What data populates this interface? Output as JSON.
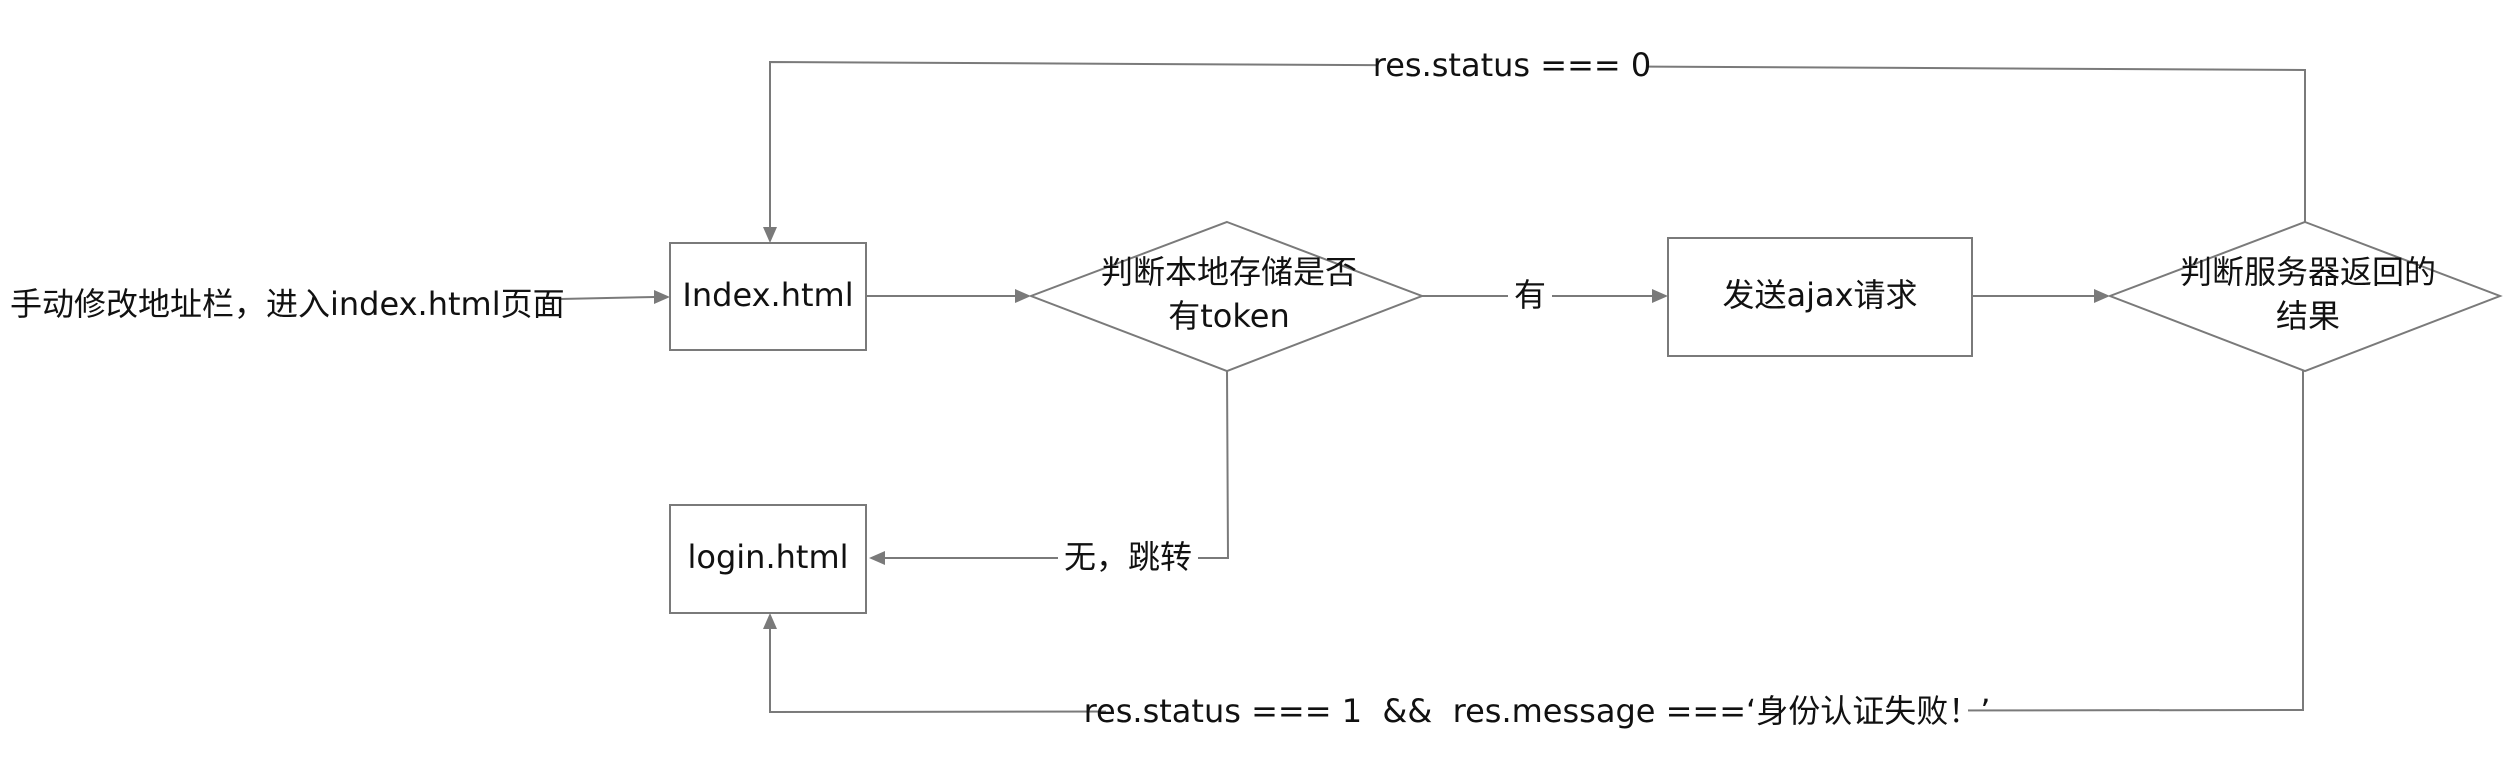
{
  "nodes": {
    "entry_text": "手动修改地址栏，进入index.html页面",
    "index_page": "Index.html",
    "check_token_line1": "判断本地存储是否",
    "check_token_line2": "有token",
    "send_ajax": "发送ajax请求",
    "check_result_line1": "判断服务器返回的",
    "check_result_line2": "结果",
    "login_page": "login.html"
  },
  "edges": {
    "has_token": "有",
    "no_token_redirect": "无，跳转",
    "status_zero": "res.status === 0",
    "status_one_auth_fail": "res.status === 1  &&  res.message ===‘身份认证失败！’"
  },
  "colors": {
    "stroke": "#7a7a7a",
    "text": "#111111",
    "background": "#ffffff"
  }
}
